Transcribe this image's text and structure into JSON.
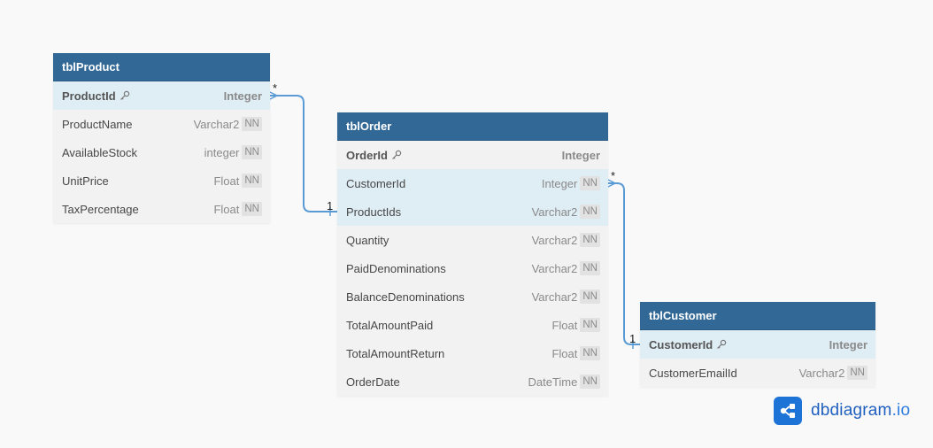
{
  "tables": [
    {
      "id": "tblProduct",
      "name": "tblProduct",
      "columns": [
        {
          "name": "ProductId",
          "type": "Integer",
          "pk": true,
          "nn": false,
          "highlighted": true
        },
        {
          "name": "ProductName",
          "type": "Varchar2",
          "pk": false,
          "nn": true,
          "highlighted": false
        },
        {
          "name": "AvailableStock",
          "type": "integer",
          "pk": false,
          "nn": true,
          "highlighted": false
        },
        {
          "name": "UnitPrice",
          "type": "Float",
          "pk": false,
          "nn": true,
          "highlighted": false
        },
        {
          "name": "TaxPercentage",
          "type": "Float",
          "pk": false,
          "nn": true,
          "highlighted": false
        }
      ]
    },
    {
      "id": "tblOrder",
      "name": "tblOrder",
      "columns": [
        {
          "name": "OrderId",
          "type": "Integer",
          "pk": true,
          "nn": false,
          "highlighted": false
        },
        {
          "name": "CustomerId",
          "type": "Integer",
          "pk": false,
          "nn": true,
          "highlighted": true
        },
        {
          "name": "ProductIds",
          "type": "Varchar2",
          "pk": false,
          "nn": true,
          "highlighted": true
        },
        {
          "name": "Quantity",
          "type": "Varchar2",
          "pk": false,
          "nn": true,
          "highlighted": false
        },
        {
          "name": "PaidDenominations",
          "type": "Varchar2",
          "pk": false,
          "nn": true,
          "highlighted": false
        },
        {
          "name": "BalanceDenominations",
          "type": "Varchar2",
          "pk": false,
          "nn": true,
          "highlighted": false
        },
        {
          "name": "TotalAmountPaid",
          "type": "Float",
          "pk": false,
          "nn": true,
          "highlighted": false
        },
        {
          "name": "TotalAmountReturn",
          "type": "Float",
          "pk": false,
          "nn": true,
          "highlighted": false
        },
        {
          "name": "OrderDate",
          "type": "DateTime",
          "pk": false,
          "nn": true,
          "highlighted": false
        }
      ]
    },
    {
      "id": "tblCustomer",
      "name": "tblCustomer",
      "columns": [
        {
          "name": "CustomerId",
          "type": "Integer",
          "pk": true,
          "nn": false,
          "highlighted": true
        },
        {
          "name": "CustomerEmailId",
          "type": "Varchar2",
          "pk": false,
          "nn": true,
          "highlighted": false
        }
      ]
    }
  ],
  "nn_label": "NN",
  "relationships": [
    {
      "id": "product-order",
      "from_table": "tblProduct",
      "from_column": "ProductId",
      "from_cardinality": "*",
      "to_table": "tblOrder",
      "to_column": "ProductIds",
      "to_cardinality": "1"
    },
    {
      "id": "order-customer",
      "from_table": "tblOrder",
      "from_column": "CustomerId",
      "from_cardinality": "*",
      "to_table": "tblCustomer",
      "to_column": "CustomerId",
      "to_cardinality": "1"
    }
  ],
  "colors": {
    "header": "#316896",
    "row_highlight": "#dfedf5",
    "relation_line": "#5b9bd5"
  },
  "logo": {
    "text_main": "dbdiagram",
    "text_suffix": ".io",
    "icon": "dbdiagram-logo-icon"
  }
}
